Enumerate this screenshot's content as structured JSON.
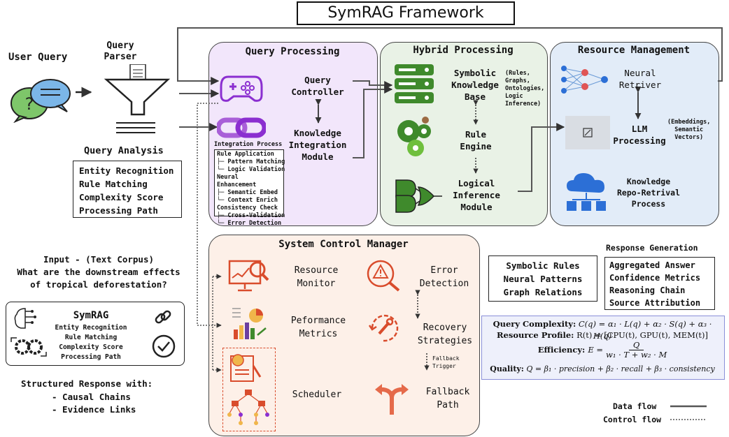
{
  "title": "SymRAG Framework",
  "user_query": "User Query",
  "query_parser": "Query\nParser",
  "query_analysis": {
    "title": "Query Analysis",
    "items": [
      "Entity Recognition",
      "Rule Matching",
      "Complexity Score",
      "Processing Path"
    ]
  },
  "query_processing": {
    "title": "Query Processing",
    "controller": "Query\nController",
    "knowledge_module": "Knowledge\nIntegration\nModule",
    "integration_process": {
      "title": "Integration Process",
      "lines": [
        "Rule Application",
        "├─ Pattern Matching",
        "└─ Logic Validation",
        "Neural Enhancement",
        "├─ Semantic Embed",
        "└─ Context Enrich",
        "Consistency Check",
        "├─ Cross-Validation",
        "└─ Error Detection"
      ]
    }
  },
  "hybrid_processing": {
    "title": "Hybrid Processing",
    "skb": "Symbolic\nKnowledge\nBase",
    "skb_note": "(Rules,\nGraphs,\nOntologies,\nLogic\nInference)",
    "rule_engine": "Rule\nEngine",
    "logical_inference": "Logical\nInference\nModule"
  },
  "resource_management": {
    "title": "Resource Management",
    "neural_retriever": "Neural\nRetriver",
    "llm": "LLM\nProcessing",
    "llm_note": "(Embeddings,\nSemantic\nVectors)",
    "krp": "Knowledge\nRepo-Retrival\nProcess"
  },
  "input": {
    "line1": "Input - (Text Corpus)",
    "line2": "What are the downstream effects",
    "line3": "of tropical deforestation?"
  },
  "symrag_card": {
    "title": "SymRAG",
    "items": [
      "Entity Recognition",
      "Rule Matching",
      "Complexity Score",
      "Processing Path"
    ]
  },
  "structured_response": {
    "title": "Structured Response with:",
    "items": [
      "- Causal Chains",
      "- Evidence Links"
    ]
  },
  "system_control": {
    "title": "System Control Manager",
    "resource_monitor": "Resource\nMonitor",
    "performance": "Peformance\nMetrics",
    "scheduler": "Scheduler",
    "error_detection": "Error\nDetection",
    "recovery": "Recovery\nStrategies",
    "fallback_trigger": "Fallback\nTrigger",
    "fallback_path": "Fallback\nPath"
  },
  "sources_box": [
    "Symbolic Rules",
    "Neural Patterns",
    "Graph Relations"
  ],
  "response_generation": {
    "title": "Response Generation",
    "items": [
      "Aggregated Answer",
      "Confidence Metrics",
      "Reasoning Chain",
      "Source Attribution"
    ]
  },
  "equations": {
    "complexity_label": "Query Complexity:",
    "complexity": "C(q) = α₁ · L(q) + α₂ · S(q) + α₃ · H(q)",
    "resource_label": "Resource Profile:",
    "resource": "R(t) = [CPU(t), GPU(t), MEM(t)]",
    "efficiency_label": "Efficiency:",
    "efficiency_lhs": "E =",
    "efficiency_num": "Q",
    "efficiency_den": "w₁ · T + w₂ · M",
    "quality_label": "Quality:",
    "quality": "Q = β₁ · precision + β₂ · recall + β₃ · consistency"
  },
  "legend": {
    "data_flow": "Data flow",
    "control_flow": "Control flow"
  },
  "colors": {
    "query_processing_bg": "#f2e6fb",
    "hybrid_bg": "#e9f2e6",
    "resource_bg": "#e2ecf8",
    "system_bg": "#fdf0e8",
    "purple": "#8b2fd0",
    "green": "#3f8a2c",
    "blue": "#2c6fd6",
    "red": "#d94c2c"
  }
}
